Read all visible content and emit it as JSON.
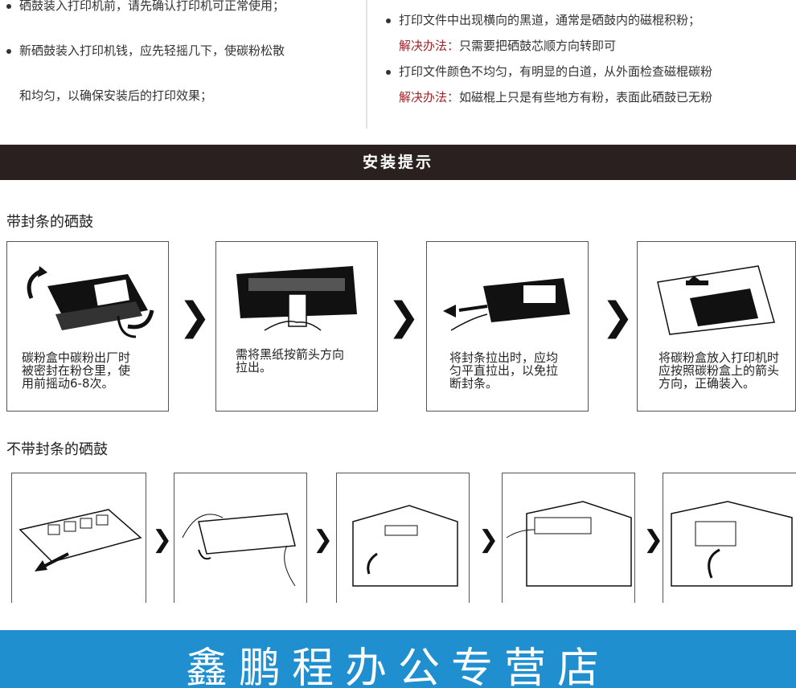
{
  "top_notes": {
    "left": [
      "硒鼓装入打印机前，请先确认打印机可正常使用；",
      "新硒鼓装入打印机钱，应先轻摇几下，使碳粉松散",
      "和均匀，以确保安装后的打印效果；"
    ],
    "right": [
      {
        "problem": "打印文件中出现横向的黑道，通常是硒鼓内的磁棍积粉；",
        "solution_label": "解决办法：",
        "solution": "只需要把硒鼓芯顺方向转即可"
      },
      {
        "problem": "打印文件颜色不均匀，有明显的白道，从外面检查磁棍碳粉",
        "solution_label": "解决办法：",
        "solution": "如磁棍上只是有些地方有粉，表面此硒鼓已无粉"
      }
    ]
  },
  "install_banner": "安装提示",
  "sealed_section": {
    "title": "带封条的硒鼓",
    "steps": [
      {
        "caption": "碳粉盒中碳粉出厂时\n被密封在粉仓里，使\n用前摇动6-8次。",
        "icon": "cartridge-shake-icon"
      },
      {
        "caption": "需将黑纸按箭头方向\n拉出。",
        "icon": "pull-black-paper-icon"
      },
      {
        "caption": "将封条拉出时，应均\n匀平直拉出，以免拉\n断封条。",
        "icon": "pull-seal-icon"
      },
      {
        "caption": "将碳粉盒放入打印机时\n应按照碳粉盒上的箭头\n方向，正确装入。",
        "icon": "insert-cartridge-icon"
      }
    ],
    "arrow_glyph": "❯"
  },
  "unsealed_section": {
    "title": "不带封条的硒鼓",
    "steps": [
      {
        "icon": "remove-cartridge-icon"
      },
      {
        "icon": "shake-cartridge-icon"
      },
      {
        "icon": "open-printer-icon"
      },
      {
        "icon": "place-cartridge-icon"
      },
      {
        "icon": "close-printer-icon"
      }
    ],
    "arrow_glyph": "❯"
  },
  "footer_brand": "鑫鹏程办公专营店",
  "colors": {
    "band": "#2b2020",
    "solution": "#a0252a",
    "footer": "#1f8fd0"
  }
}
